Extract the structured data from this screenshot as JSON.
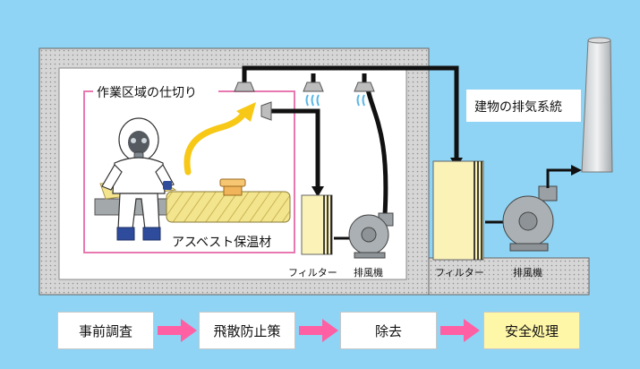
{
  "labels": {
    "partition": "作業区域の仕切り",
    "asbestos": "アスベスト保温材",
    "filter_left": "フィルター",
    "fan_left": "排風機",
    "building_exhaust": "建物の排気系統",
    "filter_right": "フィルター",
    "fan_right": "排風機"
  },
  "flow": [
    {
      "label": "事前調査"
    },
    {
      "label": "飛散防止策"
    },
    {
      "label": "除去"
    },
    {
      "label": "安全処理"
    }
  ],
  "colors": {
    "background": "#8fd4f4",
    "wall": "#d9d9d9",
    "partition_line": "#e879b0",
    "filter": "#fbf2b8",
    "flow_box": "#ffffff",
    "flow_box_final": "#fff7a8",
    "flow_arrow": "#ff5fa3",
    "airflow_arrow": "#f7c816"
  }
}
